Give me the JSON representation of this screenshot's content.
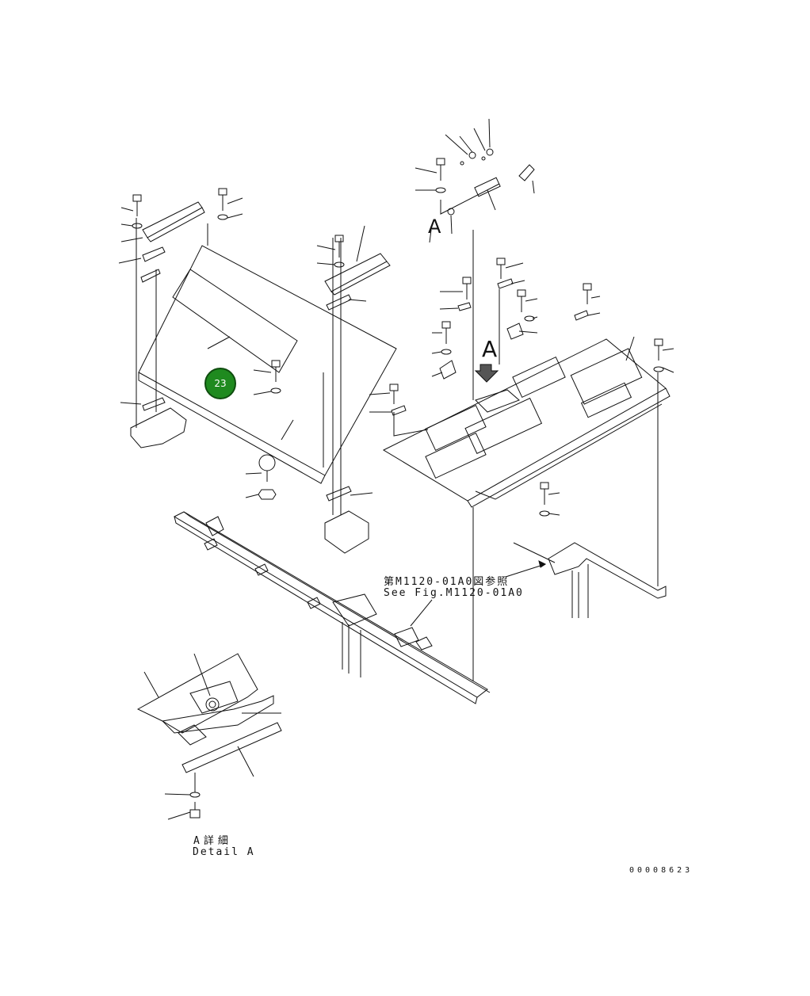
{
  "labels": {
    "ref_jp": "第M1120-01A0図参照",
    "ref_en": "See Fig.M1120-01A0",
    "detail_jp": "A詳細",
    "detail_en": "Detail A",
    "view_arrow": "A",
    "view_arrow_small": "A",
    "drawing_number": "00008623"
  },
  "callouts": [
    {
      "number": "23",
      "color": "#1f8a1f"
    }
  ],
  "colors": {
    "line": "#111111",
    "background": "#ffffff"
  }
}
